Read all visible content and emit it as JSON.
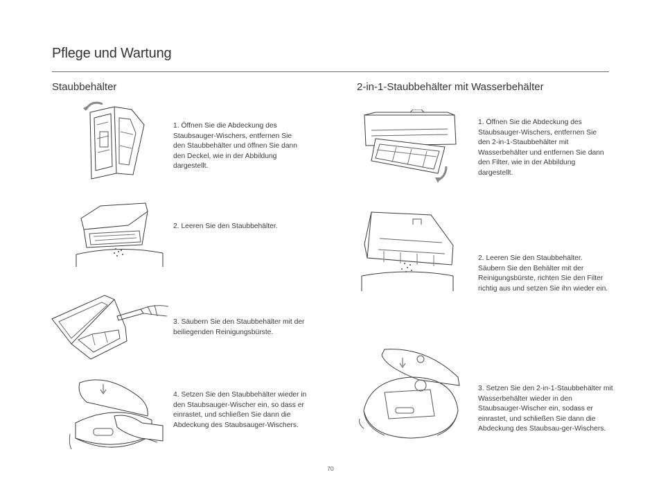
{
  "page": {
    "title": "Pflege und Wartung",
    "page_number": "70"
  },
  "left_section": {
    "heading": "Staubbehälter",
    "steps": [
      {
        "text": "1. Öffnen Sie die Abdeckung des Staubsauger-Wischers, entfernen Sie den Staubbehälter und öffnen Sie dann den Deckel, wie in der Abbildung dargestellt."
      },
      {
        "text": "2. Leeren Sie den Staubbehälter."
      },
      {
        "text": "3. Säubern Sie den Staubbehälter mit der beiliegenden Reinigungsbürste."
      },
      {
        "text": "4. Setzen Sie den Staubbehälter wieder in den Staubsauger-Wischer ein, so dass er einrastet, und schließen Sie dann die Abdeckung des Staubsauger-Wischers."
      }
    ]
  },
  "right_section": {
    "heading": "2-in-1-Staubbehälter mit Wasserbehälter",
    "steps": [
      {
        "text": "1. Öffnen Sie die Abdeckung des Staubsauger-Wischers, entfernen Sie den 2-in-1-Staubbehälter mit Wasserbehälter und entfernen Sie dann den Filter, wie in der Abbildung dargestellt."
      },
      {
        "text": "2. Leeren Sie den Staubbehälter. Säubern Sie den Behälter mit der Reinigungsbürste, richten Sie den Filter richtig aus und setzen Sie ihn wieder ein."
      },
      {
        "text": "3. Setzen Sie den 2-in-1-Staubbehälter mit Wasserbehälter wieder in den Staubsauger-Wischer ein, sodass er einrastet, und schließen Sie dann die Abdeckung des Staubsau-ger-Wischers."
      }
    ]
  }
}
